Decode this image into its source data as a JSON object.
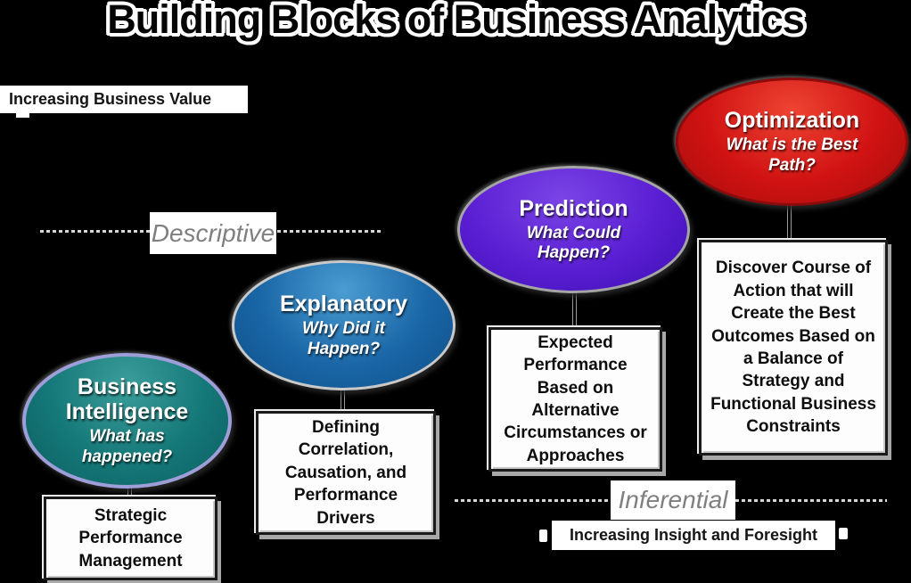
{
  "title": "Building Blocks of Business Analytics",
  "axes": {
    "vertical_label": "Increasing Business Value",
    "horizontal_label": "Increasing Insight and Foresight"
  },
  "dividers": {
    "descriptive": {
      "label": "Descriptive"
    },
    "inferential": {
      "label": "Inferential"
    }
  },
  "blocks": [
    {
      "name": "Business Intelligence",
      "question": "What has happened?",
      "detail": "Strategic Performance Management",
      "fill": "#157878",
      "border": "#9e9ed8"
    },
    {
      "name": "Explanatory",
      "question": "Why Did it Happen?",
      "detail": "Defining Correlation, Causation, and Performance Drivers",
      "fill": "#1a66a6",
      "border": "#c9c9c9"
    },
    {
      "name": "Prediction",
      "question": "What Could Happen?",
      "detail": "Expected Performance Based on Alternative Circumstances or Approaches",
      "fill": "#5a1ed2",
      "border": "#a5a5a5"
    },
    {
      "name": "Optimization",
      "question": "What is the Best Path?",
      "detail": "Discover Course of Action that will Create the Best Outcomes Based on a Balance of Strategy and Functional Business Constraints",
      "fill": "#d01212",
      "border": "#8e0b0b"
    }
  ],
  "colors": {
    "background": "#000000",
    "divider_label_text": "#7f7f7f",
    "dash_line": "#d6d6d6",
    "bar_background": "#ffffff",
    "bar_text": "#151515"
  }
}
